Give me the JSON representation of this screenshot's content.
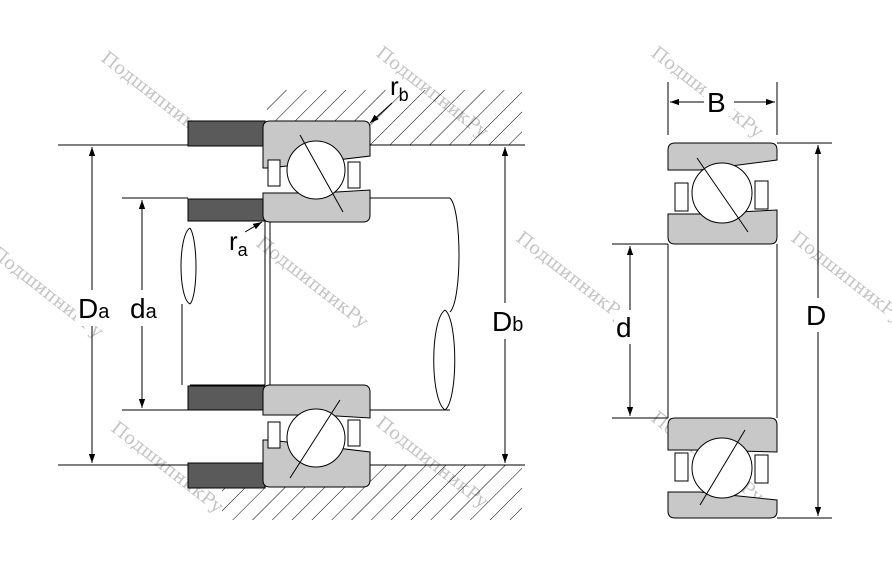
{
  "labels": {
    "Da_main": "D",
    "Da_sub": "a",
    "da_main": "d",
    "da_sub": "a",
    "Db_main": "D",
    "Db_sub": "b",
    "ra_main": "r",
    "ra_sub": "a",
    "rb_main": "r",
    "rb_sub": "b",
    "B": "B",
    "d": "d",
    "D": "D"
  },
  "watermark": "ПодшипникРу",
  "colors": {
    "ring": "#c8c8c8",
    "shoulder": "#5a5a5a",
    "line": "#000000",
    "watermark": "#c4c4c4"
  }
}
